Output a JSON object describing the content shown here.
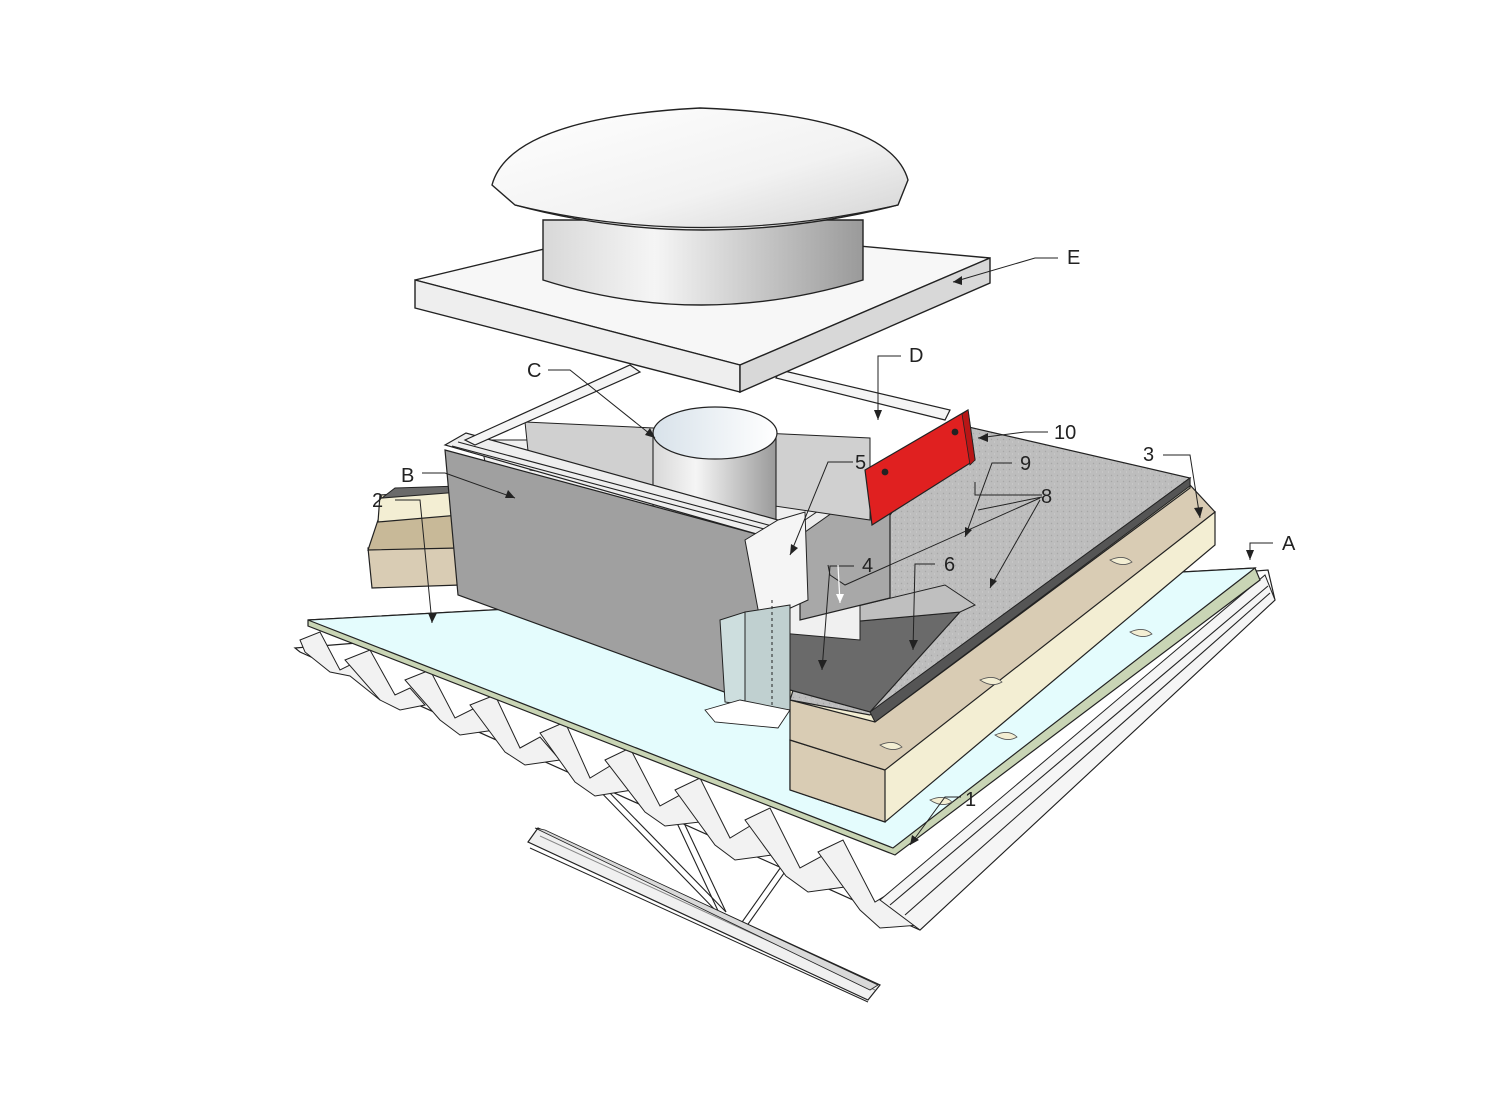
{
  "diagram": {
    "labels": {
      "A": "A",
      "B": "B",
      "C": "C",
      "D": "D",
      "E": "E",
      "n1": "1",
      "n2": "2",
      "n3": "3",
      "n4": "4",
      "n5": "5",
      "n6": "6",
      "n8": "8",
      "n9": "9",
      "n10": "10"
    },
    "colors": {
      "flashing_red": "#e02020",
      "vapor_barrier": "#e4fcfd",
      "insulation_tan": "#d9ccb4",
      "insulation_cream": "#f3eed3",
      "membrane_gray": "#bfbfbf",
      "curb_gray": "#a0a0a0",
      "dark_membrane": "#6a6a6a"
    }
  }
}
